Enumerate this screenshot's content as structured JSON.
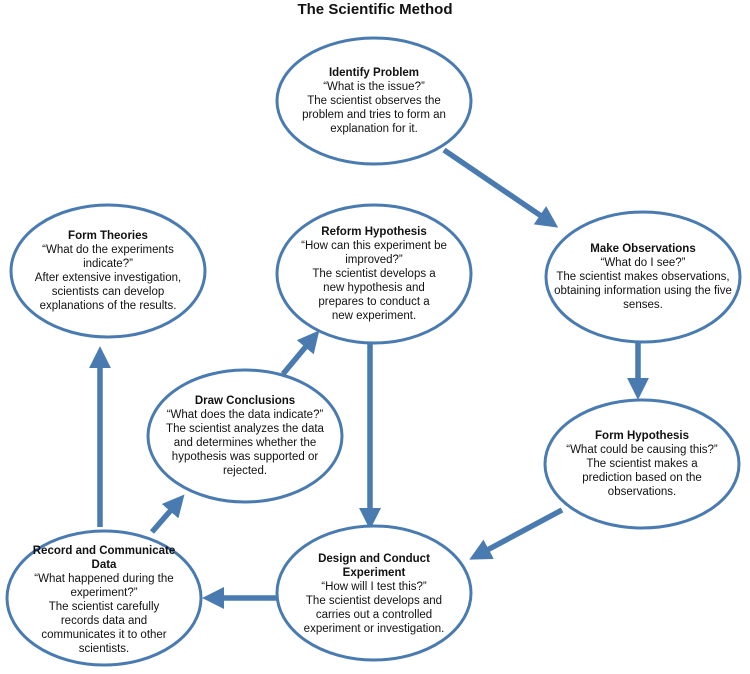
{
  "title": "The Scientific Method",
  "stroke_color": "#4a7bb0",
  "nodes": {
    "identify_problem": {
      "title": "Identify Problem",
      "question": "“What is the issue?”",
      "body": "The scientist observes the problem and tries to form an explanation for it."
    },
    "make_observations": {
      "title": "Make Observations",
      "question": "“What do I see?”",
      "body": "The scientist makes observations, obtaining information using the five senses."
    },
    "form_hypothesis": {
      "title": "Form Hypothesis",
      "question": "“What could be causing this?”",
      "body": "The scientist makes a prediction based on the observations."
    },
    "design_experiment": {
      "title": "Design and Conduct Experiment",
      "question": "“How will I test this?”",
      "body": "The scientist develops and carries out a controlled experiment or investigation."
    },
    "record_communicate": {
      "title": "Record and Communicate Data",
      "question": "“What happened during the experiment?”",
      "body": "The scientist carefully records data and communicates it to other scientists."
    },
    "draw_conclusions": {
      "title": "Draw Conclusions",
      "question": "“What does the data indicate?”",
      "body": "The scientist analyzes the data and determines whether the hypothesis was supported or rejected."
    },
    "reform_hypothesis": {
      "title": "Reform Hypothesis",
      "question": "“How can this experiment be improved?”",
      "body": "The scientist develops a new hypothesis and prepares to conduct a new experiment."
    },
    "form_theories": {
      "title": "Form Theories",
      "question": "“What do the experiments indicate?”",
      "body": "After extensive investigation, scientists can develop explanations of the results."
    }
  }
}
